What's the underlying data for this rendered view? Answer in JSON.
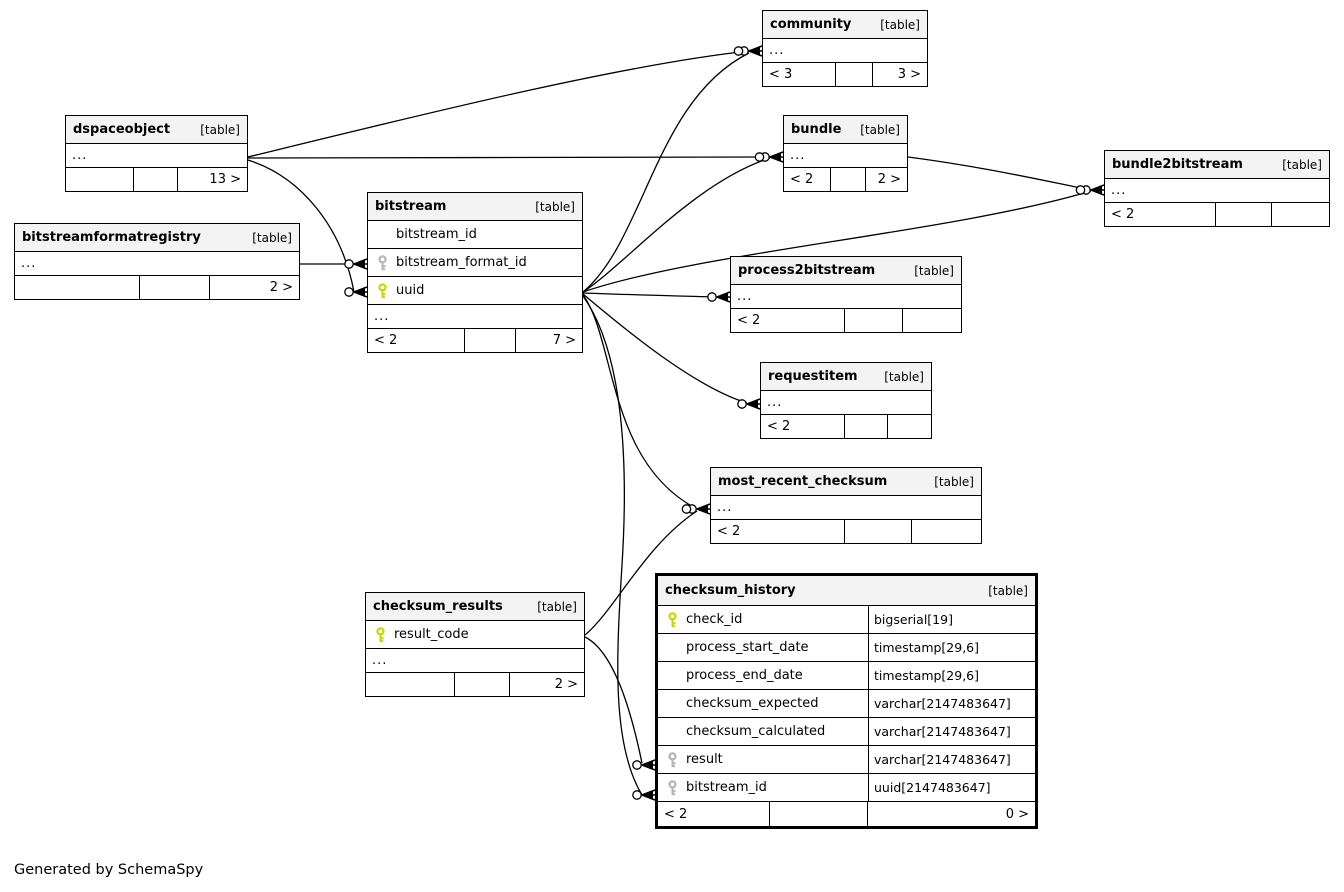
{
  "diagram": {
    "footer_note": "Generated by SchemaSpy",
    "colors": {
      "primary_key": "#c9d400",
      "foreign_key": "#b4b4b4",
      "header_bg": "#f3f3f3",
      "line": "#000000"
    }
  },
  "tables": [
    {
      "id": "dspaceobject",
      "name": "dspaceobject",
      "tag": "[table]",
      "emphasized": false,
      "rows": [
        {
          "label": "...",
          "ellipsis": true,
          "icon": null,
          "type": null
        }
      ],
      "footer": [
        "",
        "",
        "13 >"
      ]
    },
    {
      "id": "community",
      "name": "community",
      "tag": "[table]",
      "emphasized": false,
      "rows": [
        {
          "label": "...",
          "ellipsis": true,
          "icon": null,
          "type": null
        }
      ],
      "footer": [
        "< 3",
        "",
        "3 >"
      ]
    },
    {
      "id": "bundle",
      "name": "bundle",
      "tag": "[table]",
      "emphasized": false,
      "rows": [
        {
          "label": "...",
          "ellipsis": true,
          "icon": null,
          "type": null
        }
      ],
      "footer": [
        "< 2",
        "",
        "2 >"
      ]
    },
    {
      "id": "bundle2bitstream",
      "name": "bundle2bitstream",
      "tag": "[table]",
      "emphasized": false,
      "rows": [
        {
          "label": "...",
          "ellipsis": true,
          "icon": null,
          "type": null
        }
      ],
      "footer": [
        "< 2",
        "",
        ""
      ]
    },
    {
      "id": "bitstreamformatregistry",
      "name": "bitstreamformatregistry",
      "tag": "[table]",
      "emphasized": false,
      "rows": [
        {
          "label": "...",
          "ellipsis": true,
          "icon": null,
          "type": null
        }
      ],
      "footer": [
        "",
        "",
        "2 >"
      ]
    },
    {
      "id": "bitstream",
      "name": "bitstream",
      "tag": "[table]",
      "emphasized": false,
      "rows": [
        {
          "label": "bitstream_id",
          "ellipsis": false,
          "icon": null,
          "type": null
        },
        {
          "label": "bitstream_format_id",
          "ellipsis": false,
          "icon": "foreign-key",
          "type": null
        },
        {
          "label": "uuid",
          "ellipsis": false,
          "icon": "primary-key",
          "type": null
        },
        {
          "label": "...",
          "ellipsis": true,
          "icon": null,
          "type": null
        }
      ],
      "footer": [
        "< 2",
        "",
        "7 >"
      ]
    },
    {
      "id": "process2bitstream",
      "name": "process2bitstream",
      "tag": "[table]",
      "emphasized": false,
      "rows": [
        {
          "label": "...",
          "ellipsis": true,
          "icon": null,
          "type": null
        }
      ],
      "footer": [
        "< 2",
        "",
        ""
      ]
    },
    {
      "id": "requestitem",
      "name": "requestitem",
      "tag": "[table]",
      "emphasized": false,
      "rows": [
        {
          "label": "...",
          "ellipsis": true,
          "icon": null,
          "type": null
        }
      ],
      "footer": [
        "< 2",
        "",
        ""
      ]
    },
    {
      "id": "most_recent_checksum",
      "name": "most_recent_checksum",
      "tag": "[table]",
      "emphasized": false,
      "rows": [
        {
          "label": "...",
          "ellipsis": true,
          "icon": null,
          "type": null
        }
      ],
      "footer": [
        "< 2",
        "",
        ""
      ]
    },
    {
      "id": "checksum_results",
      "name": "checksum_results",
      "tag": "[table]",
      "emphasized": false,
      "rows": [
        {
          "label": "result_code",
          "ellipsis": false,
          "icon": "primary-key",
          "type": null
        },
        {
          "label": "...",
          "ellipsis": true,
          "icon": null,
          "type": null
        }
      ],
      "footer": [
        "",
        "",
        "2 >"
      ]
    },
    {
      "id": "checksum_history",
      "name": "checksum_history",
      "tag": "[table]",
      "emphasized": true,
      "rows": [
        {
          "label": "check_id",
          "ellipsis": false,
          "icon": "primary-key",
          "type": "bigserial[19]"
        },
        {
          "label": "process_start_date",
          "ellipsis": false,
          "icon": null,
          "type": "timestamp[29,6]"
        },
        {
          "label": "process_end_date",
          "ellipsis": false,
          "icon": null,
          "type": "timestamp[29,6]"
        },
        {
          "label": "checksum_expected",
          "ellipsis": false,
          "icon": null,
          "type": "varchar[2147483647]"
        },
        {
          "label": "checksum_calculated",
          "ellipsis": false,
          "icon": null,
          "type": "varchar[2147483647]"
        },
        {
          "label": "result",
          "ellipsis": false,
          "icon": "foreign-key",
          "type": "varchar[2147483647]"
        },
        {
          "label": "bitstream_id",
          "ellipsis": false,
          "icon": "foreign-key",
          "type": "uuid[2147483647]"
        }
      ],
      "footer": [
        "< 2",
        "",
        "0 >"
      ]
    }
  ],
  "relationships": [
    {
      "from": "dspaceobject",
      "to": "community"
    },
    {
      "from": "dspaceobject",
      "to": "bundle"
    },
    {
      "from": "dspaceobject",
      "to": "bitstream.uuid"
    },
    {
      "from": "bitstreamformatregistry",
      "to": "bitstream.bitstream_format_id"
    },
    {
      "from": "bitstream.uuid",
      "to": "community"
    },
    {
      "from": "bitstream.uuid",
      "to": "bundle"
    },
    {
      "from": "bitstream.uuid",
      "to": "bundle2bitstream"
    },
    {
      "from": "bitstream.uuid",
      "to": "process2bitstream"
    },
    {
      "from": "bitstream.uuid",
      "to": "requestitem"
    },
    {
      "from": "bitstream.uuid",
      "to": "most_recent_checksum"
    },
    {
      "from": "bitstream.uuid",
      "to": "checksum_history.bitstream_id"
    },
    {
      "from": "bundle",
      "to": "bundle2bitstream"
    },
    {
      "from": "checksum_results.result_code",
      "to": "most_recent_checksum"
    },
    {
      "from": "checksum_results.result_code",
      "to": "checksum_history.result"
    }
  ]
}
